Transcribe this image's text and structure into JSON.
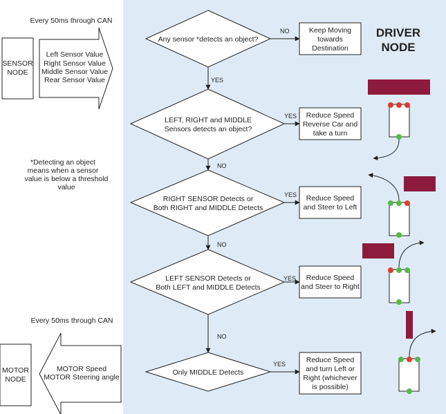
{
  "colors": {
    "panel": "#deebf6",
    "stroke": "#1f1f1f",
    "sensor_red": "#e23a2e",
    "sensor_green": "#57b847",
    "obstacle": "#8d1b3d"
  },
  "title": [
    "DRIVER",
    "NODE"
  ],
  "sensor_node": {
    "interval": "Every 50ms through CAN",
    "label": [
      "SENSOR",
      "NODE"
    ],
    "values": [
      "Left Sensor Value",
      "Right Sensor Value",
      "Middle Sensor Value",
      "Rear Sensor Value"
    ]
  },
  "motor_node": {
    "interval": "Every 50ms through CAN",
    "label": [
      "MOTOR",
      "NODE"
    ],
    "values": [
      "MOTOR Speed",
      "MOTOR Steering angle"
    ]
  },
  "note": [
    "*Detecting an object",
    "means when a sensor",
    "value is below a threshold",
    "value"
  ],
  "decisions": [
    {
      "lines": [
        "Any sensor *detects an object?"
      ]
    },
    {
      "lines": [
        "LEFT, RIGHT and MIDDLE",
        "Sensors detects an object?"
      ]
    },
    {
      "lines": [
        "RIGHT SENSOR Detects or",
        "Both RIGHT and MIDDLE Detects"
      ]
    },
    {
      "lines": [
        "LEFT SENSOR Detects or",
        "Both LEFT and MIDDLE Detects"
      ]
    },
    {
      "lines": [
        "Only MIDDLE Detects"
      ]
    }
  ],
  "actions": [
    {
      "lines": [
        "Keep Moving",
        "towards",
        "Destination"
      ]
    },
    {
      "lines": [
        "Reduce Speed",
        "Reverse Car and",
        "take a turn"
      ]
    },
    {
      "lines": [
        "Reduce Speed",
        "and Steer to Left"
      ]
    },
    {
      "lines": [
        "Reduce Speed",
        "and Steer to Right"
      ]
    },
    {
      "lines": [
        "Reduce Speed",
        "and turn Left or",
        "Right (whichever",
        "is possible)"
      ]
    }
  ],
  "edge_labels": {
    "d0_side": "NO",
    "d0_down": "YES",
    "d1_side": "YES",
    "d1_down": "NO",
    "d2_side": "YES",
    "d2_down": "NO",
    "d3_side": "YES",
    "d3_down": "NO",
    "d4_side": "YES"
  }
}
